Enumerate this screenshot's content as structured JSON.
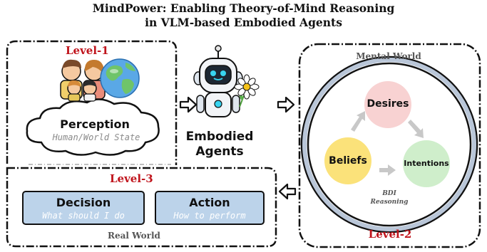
{
  "title": {
    "line1": "MindPower: Enabling Theory-of-Mind Reasoning",
    "line2": "in VLM-based Embodied Agents"
  },
  "level1": {
    "label": "Level-1",
    "perception": {
      "title": "Perception",
      "subtitle": "Human/World State"
    }
  },
  "agent": {
    "line1": "Embodied",
    "line2": "Agents"
  },
  "mental": {
    "title": "Mental World",
    "desires": "Desires",
    "beliefs": "Beliefs",
    "intentions": "Intentions",
    "bdi_line1": "BDI",
    "bdi_line2": "Reasoning",
    "level": "Level-2"
  },
  "level3": {
    "label": "Level-3",
    "decision": {
      "title": "Decision",
      "subtitle": "What should I do"
    },
    "action": {
      "title": "Action",
      "subtitle": "How to perform"
    },
    "world": "Real World"
  },
  "colors": {
    "level_red": "#c0141c",
    "pill_fill": "#bcd3ea",
    "desires": "#f8d2d2",
    "beliefs": "#fbe27a",
    "intentions": "#cfeecb"
  },
  "icons": [
    "family-icon",
    "globe-icon",
    "robot-icon",
    "flower-icon",
    "arrow-right-icon",
    "arrow-left-icon",
    "cycle-arrow-icon"
  ]
}
